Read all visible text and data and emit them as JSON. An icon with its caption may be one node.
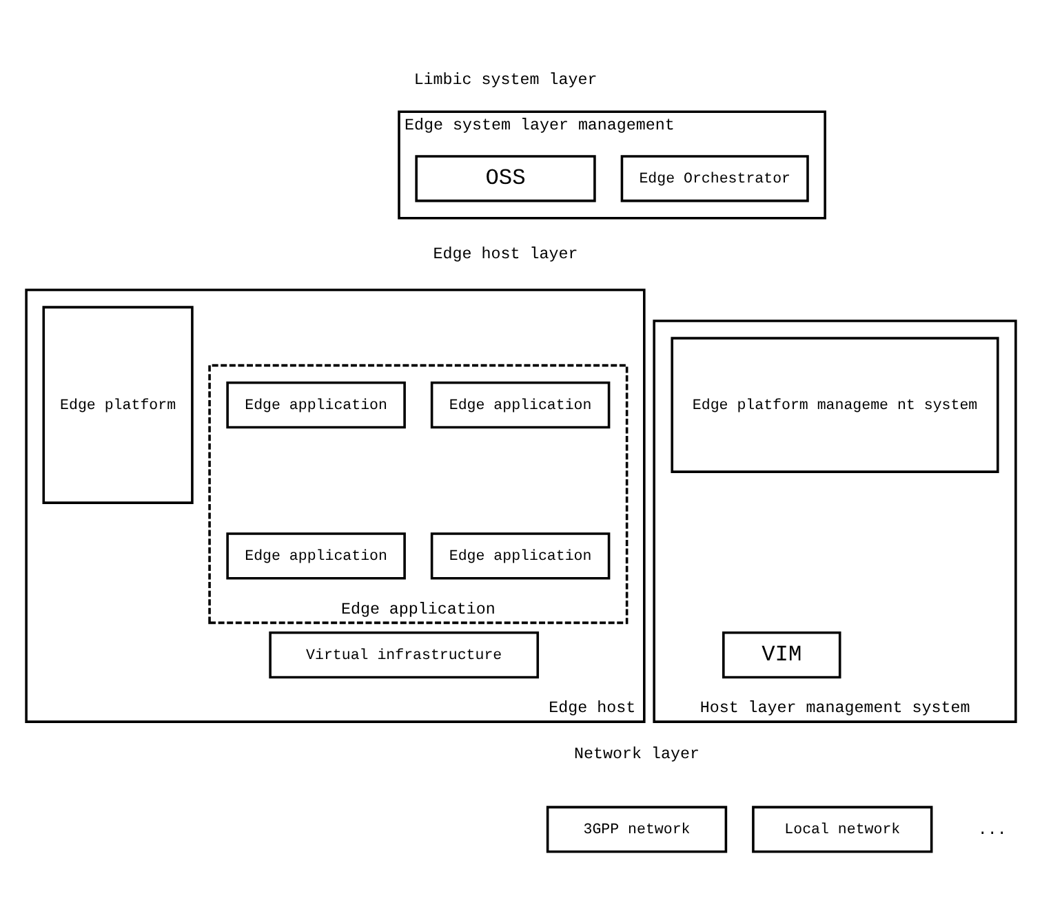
{
  "diagram": {
    "nodes": [
      {
        "text": [
          "Edge system layer management"
        ]
      },
      {
        "text": [
          "OSS"
        ],
        "in": 0
      },
      {
        "text": [
          "Edge Orchestrator"
        ],
        "in": 0
      },
      {
        "text": [
          "Edge host"
        ]
      },
      {
        "text": [
          "Edge application"
        ],
        "in": 3
      },
      {
        "text": [
          "Edge application"
        ],
        "in": 4
      },
      {
        "text": [
          "Edge application"
        ],
        "in": 4
      },
      {
        "text": [
          "Edge application"
        ],
        "in": 4
      },
      {
        "text": [
          "Edge application"
        ],
        "in": 4
      },
      {
        "text": [
          "Edge platform"
        ],
        "in": 3
      },
      {
        "text": [
          "Virtual infrastructure"
        ],
        "in": 3
      },
      {
        "text": [
          "Host layer management system"
        ]
      },
      {
        "text": [
          "Edge platform manageme nt system"
        ],
        "in": 11
      },
      {
        "text": [
          "VIM"
        ],
        "in": 11
      },
      {
        "text": [
          "3GPP network"
        ]
      },
      {
        "text": [
          "Local network"
        ]
      }
    ],
    "labels": [
      "Limbic system layer",
      "Edge host layer",
      "Network layer",
      "..."
    ]
  }
}
